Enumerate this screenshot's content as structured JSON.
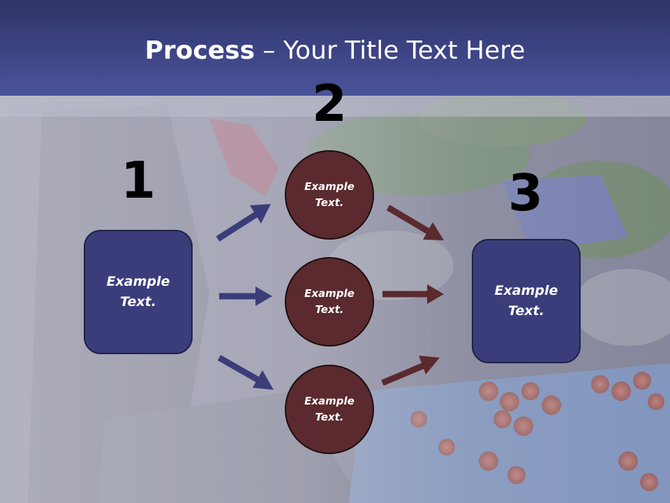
{
  "title": {
    "bold": "Process",
    "rest": " – Your Title Text Here"
  },
  "numbers": [
    "1",
    "2",
    "3"
  ],
  "left_box": {
    "text": "Example Text."
  },
  "circles": [
    {
      "text": "Example Text."
    },
    {
      "text": "Example Text."
    },
    {
      "text": "Example Text."
    }
  ],
  "right_box": {
    "text": "Example Text."
  },
  "colors": {
    "title_bar": "#3d4585",
    "box_fill": "#3b3d7a",
    "circle_fill": "#5a2a2e",
    "left_arrows": "#3b3d7a",
    "right_arrows": "#5a2a2e"
  }
}
